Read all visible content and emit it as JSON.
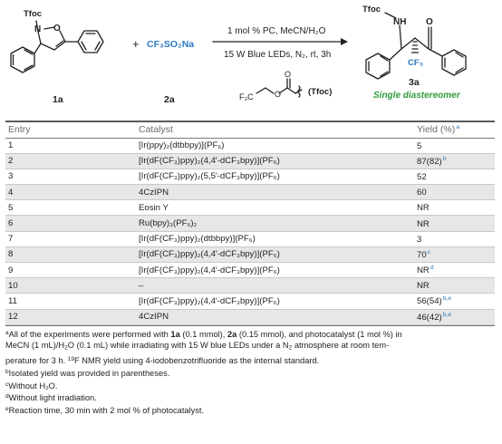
{
  "scheme": {
    "reactant1_label": "1a",
    "reactant1_tfoc": "Tfoc",
    "reactant1_n": "N",
    "reactant1_o": "O",
    "plus": "+",
    "reactant2_formula": "CF₃SO₂Na",
    "reactant2_label": "2a",
    "conditions_top": "1 mol % PC, MeCN/H₂O",
    "conditions_bottom": "15 W Blue LEDs, N₂, rt, 3h",
    "tfoc_def_group": "F₃C",
    "tfoc_def_label": "(Tfoc)",
    "product_tfoc": "Tfoc",
    "product_nh": "NH",
    "product_o": "O",
    "product_cf3": "CF₃",
    "product_label": "3a",
    "product_note": "Single diastereomer",
    "colors": {
      "blue": "#2b78c2",
      "green": "#2f9a3c"
    }
  },
  "table": {
    "headers": [
      "Entry",
      "Catalyst",
      "Yield (%)"
    ],
    "header_yield_note": "a",
    "rows": [
      {
        "entry": "1",
        "catalyst": "[Ir(ppy)₂(dtbbpy)](PF₆)",
        "yield": "5",
        "note": ""
      },
      {
        "entry": "2",
        "catalyst": "[Ir(dF(CF₃)ppy)₂(4,4′-dCF₃bpy)](PF₆)",
        "yield": "87(82)",
        "note": "b"
      },
      {
        "entry": "3",
        "catalyst": "[Ir(dF(CF₃)ppy)₂(5,5′-dCF₃bpy)](PF₆)",
        "yield": "52",
        "note": ""
      },
      {
        "entry": "4",
        "catalyst": "4CzIPN",
        "yield": "60",
        "note": ""
      },
      {
        "entry": "5",
        "catalyst": "Eosin Y",
        "yield": "NR",
        "note": ""
      },
      {
        "entry": "6",
        "catalyst": "Ru(bpy)₃(PF₆)₂",
        "yield": "NR",
        "note": ""
      },
      {
        "entry": "7",
        "catalyst": "[Ir(dF(CF₃)ppy)₂(dtbbpy)](PF₆)",
        "yield": "3",
        "note": ""
      },
      {
        "entry": "8",
        "catalyst": "[Ir(dF(CF₃)ppy)₂(4,4′-dCF₃bpy)](PF₆)",
        "yield": "70",
        "note": "c"
      },
      {
        "entry": "9",
        "catalyst": "[Ir(dF(CF₃)ppy)₂(4,4′-dCF₃bpy)](PF₆)",
        "yield": "NR",
        "note": "d"
      },
      {
        "entry": "10",
        "catalyst": "–",
        "yield": "NR",
        "note": ""
      },
      {
        "entry": "11",
        "catalyst": "[Ir(dF(CF₃)ppy)₂(4,4′-dCF₃bpy)](PF₆)",
        "yield": "56(54)",
        "note": "b,e"
      },
      {
        "entry": "12",
        "catalyst": "4CzIPN",
        "yield": "46(42)",
        "note": "b,e"
      }
    ]
  },
  "footnotes": {
    "a_mark": "a",
    "a_1": "All of the experiments were performed with ",
    "a_1a": "1a",
    "a_2": " (0.1 mmol), ",
    "a_2a": "2a",
    "a_3": " (0.15 mmol), and photocatalyst (1 mol %) in",
    "a_line2_pre": "MeCN (1 mL)/H",
    "a_line2_sub": "2",
    "a_line2_mid": "O (0.1 mL) while irradiating with 15 W blue LEDs under a N",
    "a_line2_sub2": "2",
    "a_line2_post": " atmosphere at room tem-",
    "a_line3_pre": "perature for 3 h. ",
    "a_line3_sup": "19",
    "a_line3_post": "F NMR yield using 4-iodobenzotrifluoride as the internal standard.",
    "b_mark": "b",
    "b_text": "Isolated yield was provided in parentheses.",
    "c_mark": "c",
    "c_text": "Without H₂O.",
    "d_mark": "d",
    "d_text": "Without light irradiation.",
    "e_mark": "e",
    "e_text": "Reaction time, 30 min with 2 mol % of photocatalyst."
  }
}
